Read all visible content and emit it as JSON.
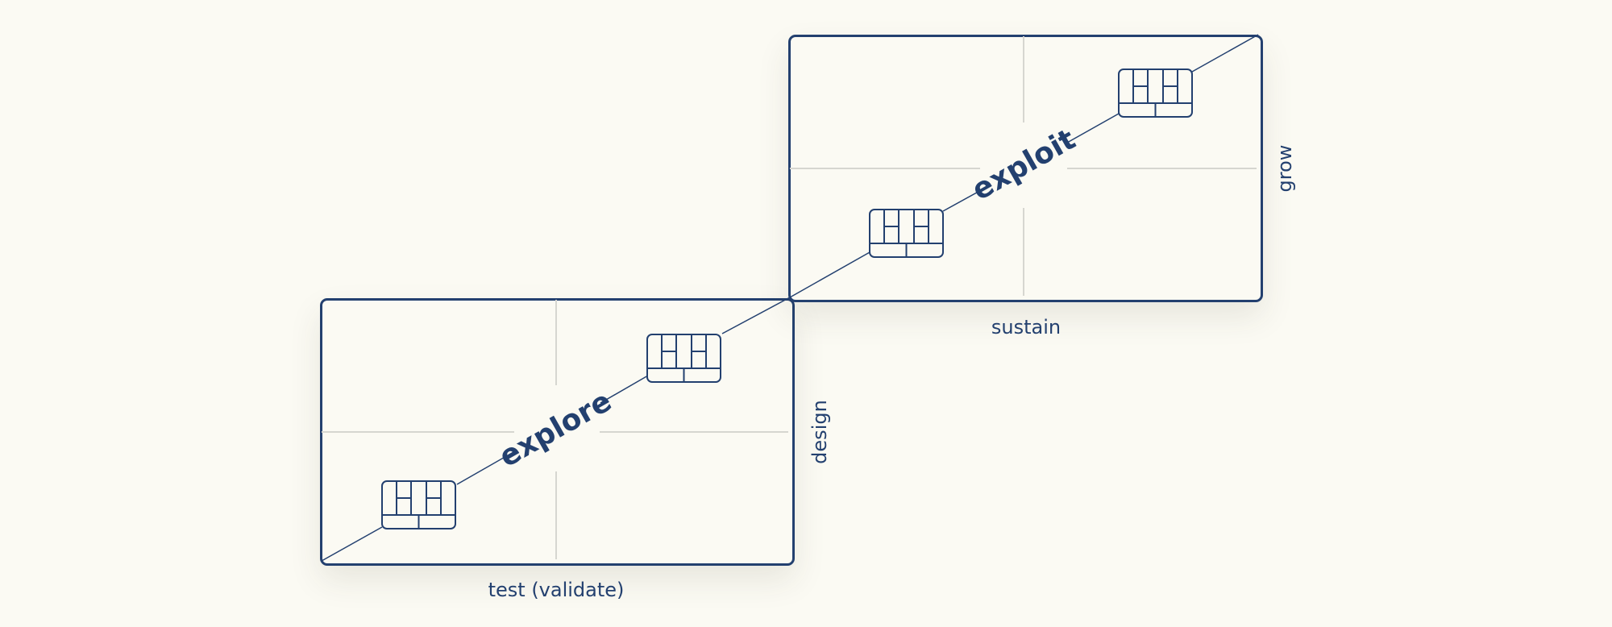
{
  "diagram": {
    "colors": {
      "primary": "#23406f",
      "grid": "#d6d6d0",
      "background": "#fbfaf3"
    },
    "panels": [
      {
        "id": "explore",
        "label": "explore",
        "x_axis_label": "test (validate)",
        "y_axis_label": "design",
        "card_icons": [
          "canvas-icon",
          "canvas-icon"
        ]
      },
      {
        "id": "exploit",
        "label": "exploit",
        "x_axis_label": "sustain",
        "y_axis_label": "grow",
        "card_icons": [
          "canvas-icon",
          "canvas-icon"
        ]
      }
    ]
  }
}
